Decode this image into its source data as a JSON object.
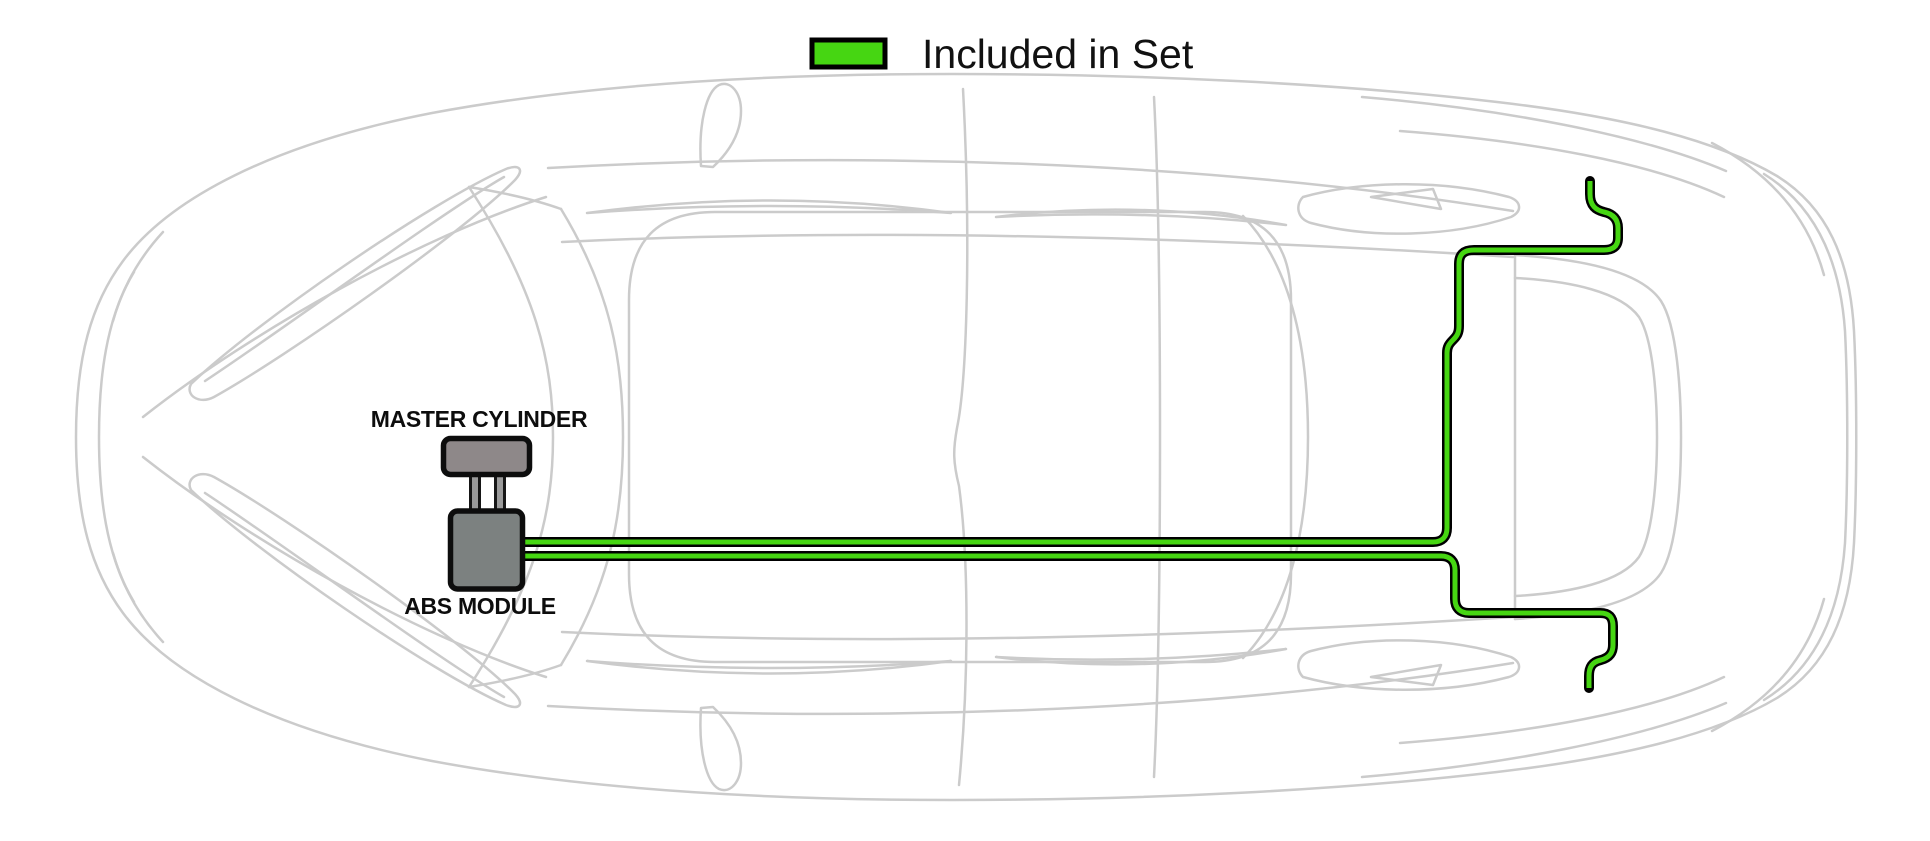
{
  "diagram": {
    "legend": {
      "label": "Included in Set",
      "swatch_color": "#46d612"
    },
    "labels": {
      "master_cylinder": "MASTER CYLINDER",
      "abs_module": "ABS MODULE"
    },
    "colors": {
      "line_outline": "#000000",
      "car_outline": "#cbcbcb",
      "master_cylinder_fill": "#8e8889",
      "abs_module_fill": "#7c8180",
      "pipe_fill": "#9a9a9a",
      "label_text": "#0d0d0d",
      "background": "#ffffff"
    }
  }
}
